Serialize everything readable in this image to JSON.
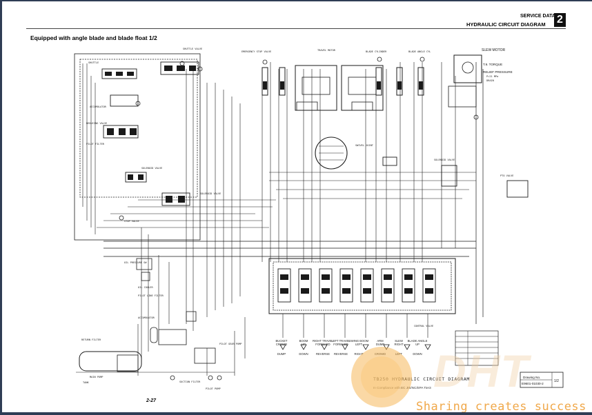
{
  "header": {
    "section_label": "SERVICE DATA",
    "chapter_number": "2",
    "title": "HYDRAULIC CIRCUIT DIAGRAM"
  },
  "diagram_title": "Equipped with angle blade and blade float 1/2",
  "operations": [
    {
      "name": "BUCKET",
      "sub": "CROWD",
      "dir": "DUMP"
    },
    {
      "name": "BOOM",
      "sub": "UP",
      "dir": "DOWN"
    },
    {
      "name": "RIGHT TRAVEL",
      "sub": "FORWARD",
      "dir": "REVERSE"
    },
    {
      "name": "LEFT TRAVEL",
      "sub": "FORWARD",
      "dir": "REVERSE"
    },
    {
      "name": "SWING BOOM",
      "sub": "LEFT",
      "dir": "RIGHT"
    },
    {
      "name": "ARM",
      "sub": "DUMP",
      "dir": "CROWD"
    },
    {
      "name": "SLEW",
      "sub": "RIGHT",
      "dir": "LEFT"
    },
    {
      "name": "BLADE ANGLE",
      "sub": "UP",
      "dir": "DOWN"
    }
  ],
  "side_labels": {
    "slew_motor": "SLEW MOTOR",
    "relief_pressure": "RELIEF PRESSURE",
    "torque": "T.9. TORQUE"
  },
  "title_block": {
    "drawing_no_label": "Drawing No.",
    "drawing_no": "E9601-01030-2",
    "sheet": "1/2"
  },
  "caption": {
    "line1": "TB250 HYDRAULIC CIRCUIT DIAGRAM",
    "line2": "In Compliance with EC JIS/NC/EPA Tier3"
  },
  "page_number": "2-27",
  "watermark": {
    "logo": "DHT",
    "tagline": "Sharing creates success"
  },
  "colors": {
    "frame": "#2f3d55",
    "line": "#1a1a1a",
    "watermark_orange": "#f0a84a"
  }
}
